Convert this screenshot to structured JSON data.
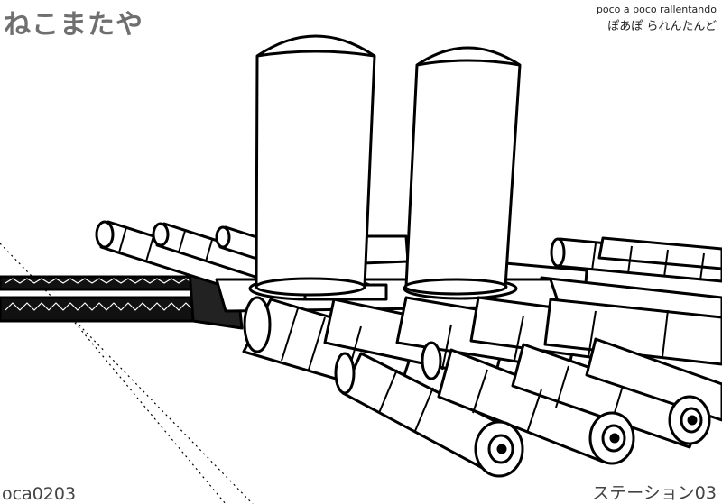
{
  "logo_text": "ねこまたや",
  "brand": {
    "line1": "poco a poco rallentando",
    "line2": "ぽあぽ られんたんど"
  },
  "code_label": "oca0203",
  "title_label": "ステーション03",
  "colors": {
    "line": "#000000",
    "fill": "#ffffff",
    "logo": "#6f6f6f"
  }
}
